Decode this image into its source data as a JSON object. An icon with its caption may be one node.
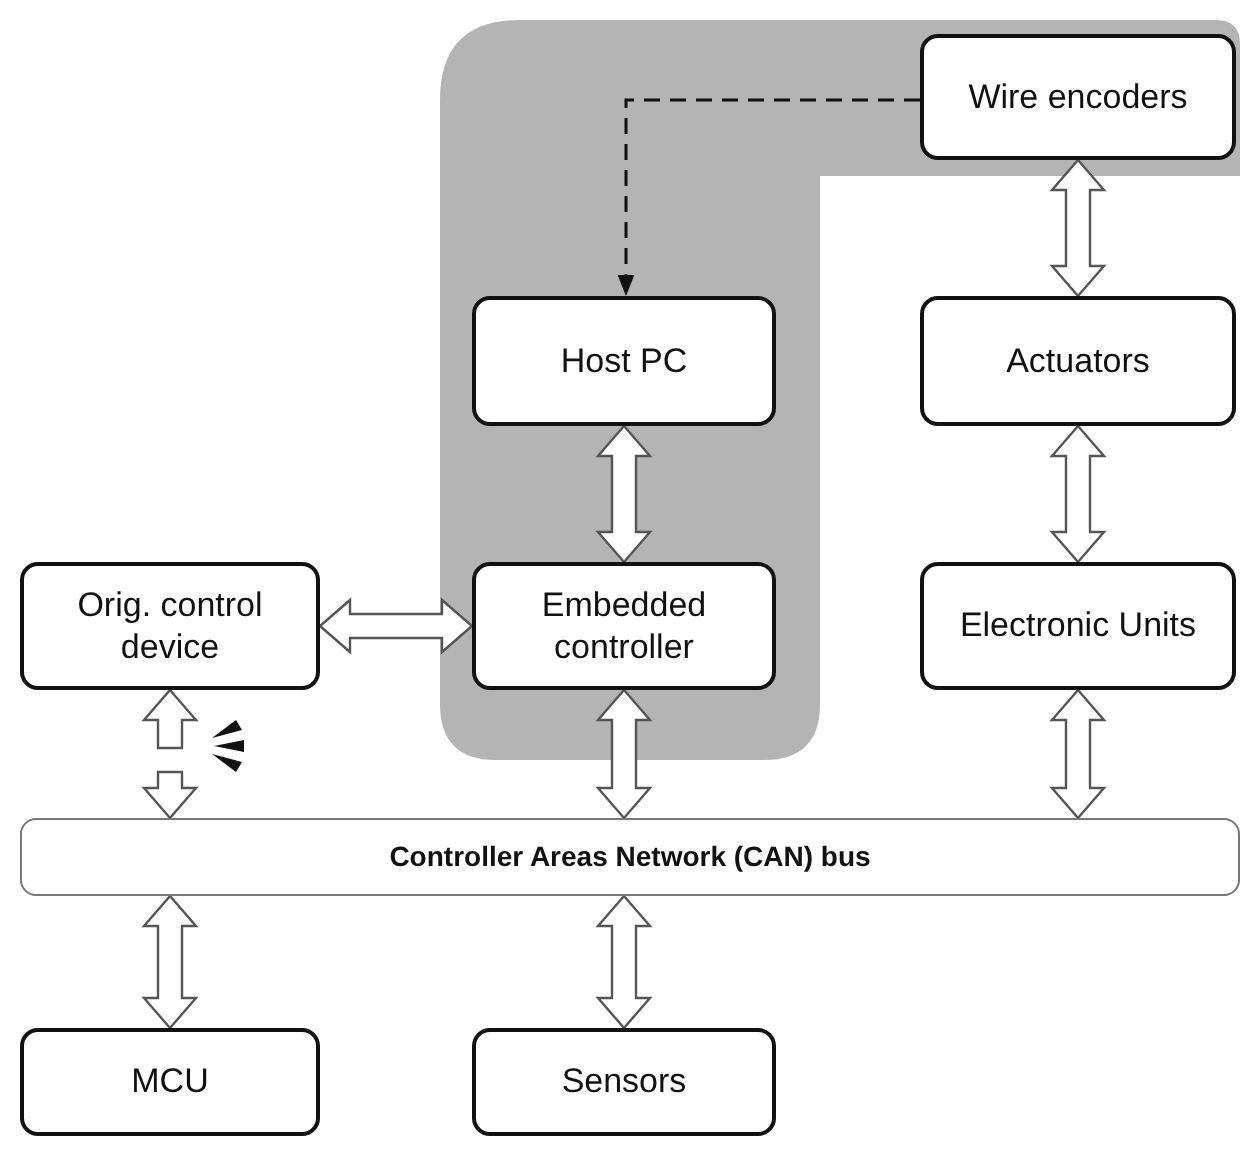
{
  "diagram": {
    "nodes": [
      {
        "text": [
          "Wire encoders"
        ]
      },
      {
        "text": [
          "Host PC"
        ]
      },
      {
        "text": [
          "Actuators"
        ]
      },
      {
        "text": [
          "Orig. control device"
        ]
      },
      {
        "text": [
          "Embedded controller"
        ]
      },
      {
        "text": [
          "Electronic Units"
        ]
      },
      {
        "text": [
          "Controller Areas Network (CAN) bus"
        ]
      },
      {
        "text": [
          "MCU"
        ]
      },
      {
        "text": [
          "Sensors"
        ]
      }
    ],
    "edges": [
      {
        "from": 0,
        "to": 1,
        "arrow": "to",
        "style": "dashed"
      },
      {
        "from": 1,
        "to": 4,
        "arrow": "both"
      },
      {
        "from": 0,
        "to": 2,
        "arrow": "both"
      },
      {
        "from": 2,
        "to": 5,
        "arrow": "both"
      },
      {
        "from": 3,
        "to": 4,
        "arrow": "both"
      },
      {
        "from": 3,
        "to": 6,
        "arrow": "both"
      },
      {
        "from": 4,
        "to": 6,
        "arrow": "both"
      },
      {
        "from": 5,
        "to": 6,
        "arrow": "both"
      },
      {
        "from": 6,
        "to": 7,
        "arrow": "both"
      },
      {
        "from": 6,
        "to": 8,
        "arrow": "both"
      }
    ]
  }
}
